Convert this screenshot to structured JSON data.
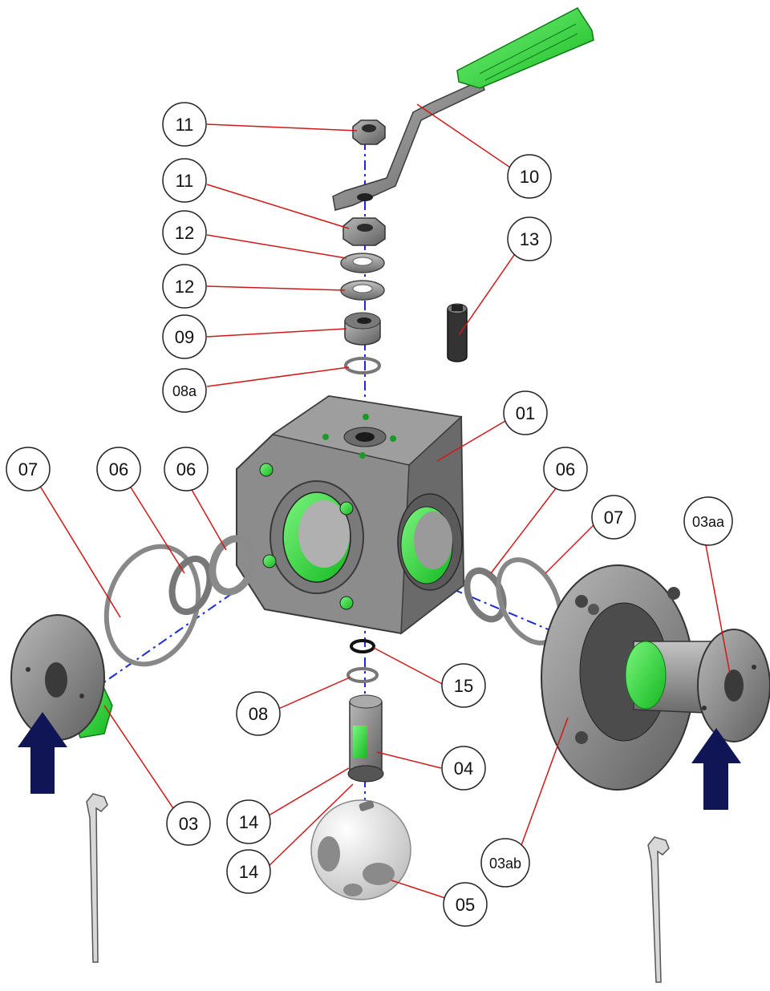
{
  "colors": {
    "leader_line": "#d01818",
    "axis_line": "#1a2cd8",
    "accent_green": "#2fe83c",
    "arrow_navy": "#0f1555",
    "metal": "#9a9a9a",
    "metal_dark": "#4a4a4a",
    "ball_white": "#f2f2f2"
  },
  "labels": {
    "p11a": "11",
    "p11b": "11",
    "p10": "10",
    "p12a": "12",
    "p12b": "12",
    "p13": "13",
    "p09": "09",
    "p08a": "08a",
    "p01": "01",
    "p07l": "07",
    "p06l1": "06",
    "p06l2": "06",
    "p06r": "06",
    "p07r": "07",
    "p03aa": "03aa",
    "p15": "15",
    "p08": "08",
    "p04": "04",
    "p03": "03",
    "p14a": "14",
    "p14b": "14",
    "p03ab": "03ab",
    "p05": "05"
  },
  "icons": {
    "flow_arrow_left": "up-arrow-icon",
    "flow_arrow_right": "up-arrow-icon",
    "wrench_left": "spanner-icon",
    "wrench_right": "spanner-icon"
  }
}
